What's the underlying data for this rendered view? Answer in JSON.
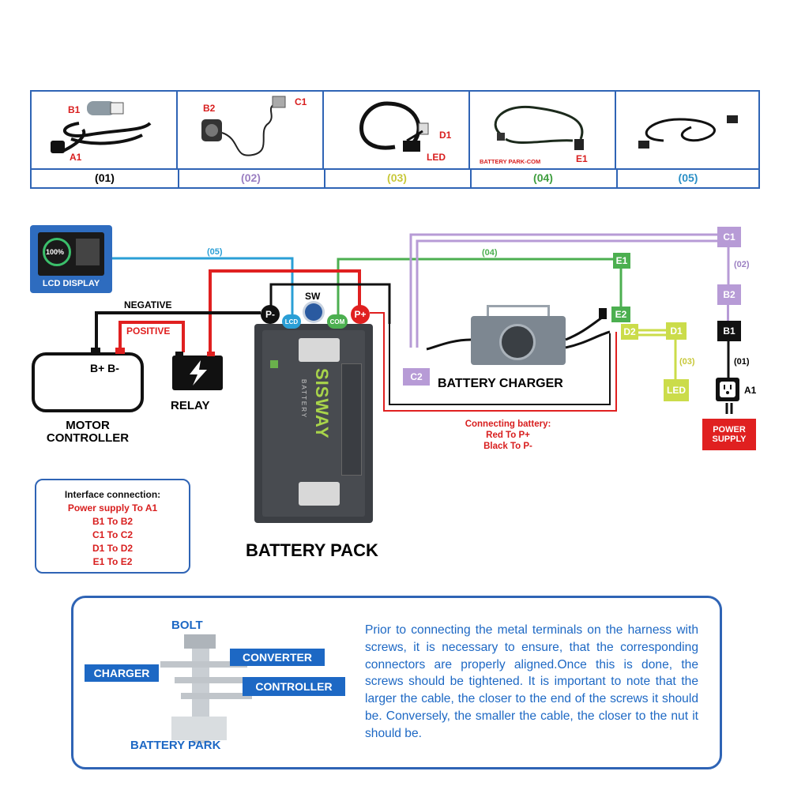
{
  "cables": [
    {
      "num": "(01)",
      "color": "#111111",
      "ends": [
        "B1",
        "A1"
      ]
    },
    {
      "num": "(02)",
      "color": "#9b7fc2",
      "ends": [
        "B2",
        "C1"
      ]
    },
    {
      "num": "(03)",
      "color": "#c8c83a",
      "ends": [
        "D1",
        "LED"
      ]
    },
    {
      "num": "(04)",
      "color": "#3f9e3f",
      "ends": [
        "BATTERY PARK-COM",
        "E1"
      ]
    },
    {
      "num": "(05)",
      "color": "#2a8fc6",
      "ends": []
    }
  ],
  "diagram": {
    "lcd_display": "LCD DISPLAY",
    "lcd_screen_value": "100%",
    "wire_05": "(05)",
    "wire_04": "(04)",
    "wire_02": "(02)",
    "wire_03": "(03)",
    "wire_01": "(01)",
    "negative": "NEGATIVE",
    "positive": "POSITIVE",
    "motor_controller_terminals": "B+ B-",
    "motor_controller": "MOTOR\nCONTROLLER",
    "relay": "RELAY",
    "sw": "SW",
    "port_p_minus": "P-",
    "port_lcd": "LCD",
    "port_com": "COM",
    "port_p_plus": "P+",
    "battery_pack": "BATTERY PACK",
    "battery_brand": "SISWAY",
    "battery_sub": "BATTERY",
    "battery_charger": "BATTERY CHARGER",
    "c1": "C1",
    "c2": "C2",
    "b1": "B1",
    "b2": "B2",
    "a1": "A1",
    "d1": "D1",
    "d2": "D2",
    "e1": "E1",
    "e2": "E2",
    "led": "LED",
    "power_supply": "POWER\nSUPPLY",
    "connecting_note": [
      "Connecting battery:",
      "Red To P+",
      "Black To P-"
    ]
  },
  "interface": {
    "title": "Interface connection:",
    "lines": [
      "Power supply  To  A1",
      "B1  To  B2",
      "C1  To  C2",
      "D1  To  D2",
      "E1  To  E2"
    ]
  },
  "bolt_panel": {
    "bolt": "BOLT",
    "converter": "CONVERTER",
    "charger": "CHARGER",
    "controller": "CONTROLLER",
    "battery_park": "BATTERY PARK",
    "paragraph": "Prior to connecting the metal terminals on the harness with screws, it is necessary to ensure, that the corresponding connectors are properly aligned.Once this is done, the screws should be tightened. It is important to note that the larger the cable, the closer to the end of the screws it should be. Conversely, the smaller the cable, the closer to the nut it should be."
  },
  "colors": {
    "blue_border": "#2f64b5",
    "red": "#d81e1e",
    "purple": "#b79bd6",
    "green": "#4caf50",
    "yellow": "#cbdc4a",
    "cyan": "#2a9fd6",
    "black": "#111111"
  }
}
